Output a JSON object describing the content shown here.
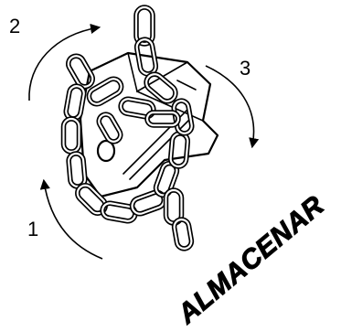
{
  "diagram": {
    "steps": [
      {
        "label": "1"
      },
      {
        "label": "2"
      },
      {
        "label": "3"
      }
    ],
    "stamp_text": "ALMACENAR"
  }
}
